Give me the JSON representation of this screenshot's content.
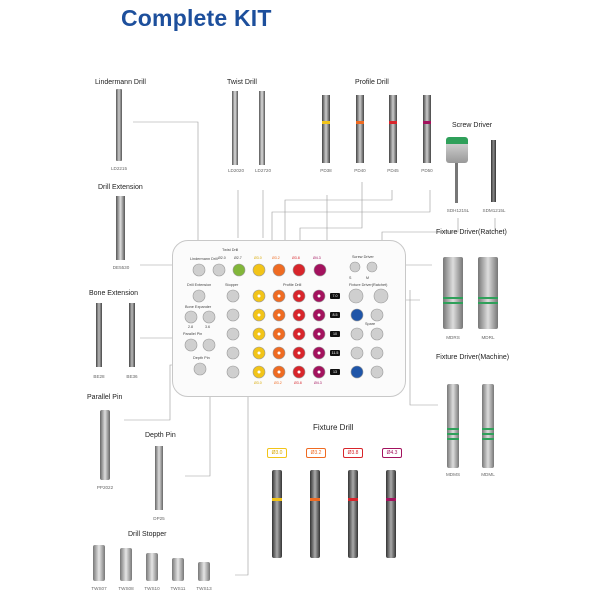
{
  "title": "Complete KIT",
  "groups": {
    "lindermann": {
      "label": "Lindermann Drill",
      "codes": [
        "LD2215"
      ]
    },
    "twist": {
      "label": "Twist Drill",
      "codes": [
        "LD2020",
        "LD2720"
      ]
    },
    "profile": {
      "label": "Profile Drill",
      "codes": [
        "PD38",
        "PD40",
        "PD45",
        "PD50"
      ]
    },
    "screw": {
      "label": "Screw Driver",
      "codes": [
        "SDH1215L",
        "SDM1215L"
      ]
    },
    "extension": {
      "label": "Drill Extension",
      "codes": [
        "DE5530"
      ]
    },
    "bone": {
      "label": "Bone Extension",
      "codes": [
        "BE28",
        "BE36"
      ]
    },
    "parallel": {
      "label": "Parallel Pin",
      "codes": [
        "PP2022"
      ]
    },
    "depth": {
      "label": "Depth Pin",
      "codes": [
        "DP25"
      ]
    },
    "ratchet": {
      "label": "Fixture Driver(Ratchet)",
      "codes": [
        "MDRS",
        "MDRL"
      ]
    },
    "machine": {
      "label": "Fixture Driver(Machine)",
      "codes": [
        "MDMS",
        "MDML"
      ]
    },
    "fixture": {
      "label": "Fixture Drill",
      "diameters": [
        "Ø3.0",
        "Ø3.2",
        "Ø3.8",
        "Ø4.3"
      ]
    },
    "stopper": {
      "label": "Drill Stopper",
      "codes": [
        "TWS07",
        "TWS08",
        "TWS10",
        "TWS11",
        "TWS13"
      ]
    }
  },
  "tray": {
    "lindermann": "Lindermann Drill",
    "twist": "Twist Drill",
    "twist_sizes": [
      "Ø2.0",
      "Ø2.7"
    ],
    "top_sizes": [
      "Ø3.0",
      "Ø3.2",
      "Ø3.8",
      "Ø4.3"
    ],
    "screw_driver": "Screw Driver",
    "sm": [
      "S",
      "M"
    ],
    "drill_ext": "Drill Extension",
    "stopper": "Stopper",
    "profile": "Profile Drill",
    "fixture_driver": "Fixture Driver(Ratchet)",
    "bone_ext": "Bone Expander",
    "bone_sizes": [
      "2.8",
      "3.6"
    ],
    "parallel": "Parallel Pin",
    "spare": "Spare",
    "depth": "Depth Pin",
    "row_tags": [
      "7.0",
      "8.5",
      "10",
      "11.5",
      "13"
    ],
    "bottom_sizes": [
      "Ø3.0",
      "Ø3.2",
      "Ø3.8",
      "Ø4.3"
    ]
  },
  "colors": {
    "title": "#1d4f9c",
    "yellow": "#f2c418",
    "orange": "#ef6b22",
    "red": "#d8252b",
    "magenta": "#a3125e",
    "green": "#82b63a",
    "blue": "#1f55a8",
    "grey": "#cfcfcf"
  }
}
